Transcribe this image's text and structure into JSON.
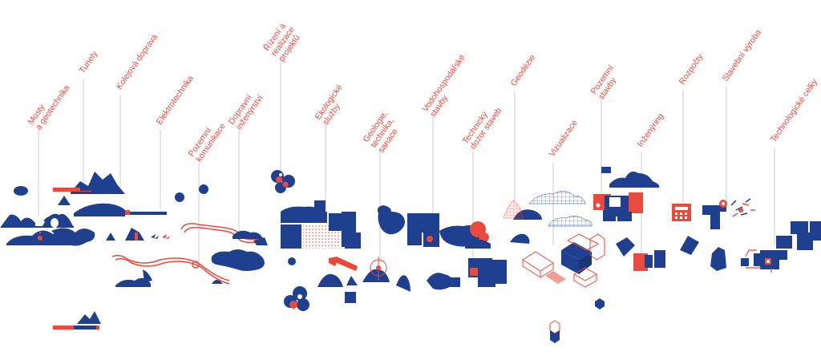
{
  "colors": {
    "navy": "#1f3f8f",
    "red": "#ea4a3c",
    "pink": "#f19d93",
    "line": "#c9ccd6"
  },
  "services": [
    {
      "name": "mosty",
      "lines": [
        "Mosty",
        "a geotechnika"
      ]
    },
    {
      "name": "tunely",
      "lines": [
        "Tunely"
      ]
    },
    {
      "name": "kolejova-doprava",
      "lines": [
        "Kolejová doprava"
      ]
    },
    {
      "name": "elektrotechnika",
      "lines": [
        "Elektrotechnika"
      ]
    },
    {
      "name": "pozemni-komunikace",
      "lines": [
        "Pozemní",
        "komunikace"
      ]
    },
    {
      "name": "dopravni-inzenyrstvi",
      "lines": [
        "Dopravní",
        "inženýrství"
      ]
    },
    {
      "name": "rizeni-projektu",
      "lines": [
        "Řízení a",
        "realizace",
        "projektů"
      ]
    },
    {
      "name": "ekologicke-sluzby",
      "lines": [
        "Ekologické",
        "služby"
      ]
    },
    {
      "name": "geologie",
      "lines": [
        "Geologie,",
        "technika,",
        "sanace"
      ]
    },
    {
      "name": "vodohospodarske-stavby",
      "lines": [
        "Vodohospodářské",
        "stavby"
      ]
    },
    {
      "name": "technicky-dozor",
      "lines": [
        "Technický",
        "dozor staveb"
      ]
    },
    {
      "name": "geodezie",
      "lines": [
        "Geodézie"
      ]
    },
    {
      "name": "vizualizace",
      "lines": [
        "Vizualizace"
      ]
    },
    {
      "name": "pozemni-stavby",
      "lines": [
        "Pozemní",
        "stavby"
      ]
    },
    {
      "name": "inzenyring",
      "lines": [
        "Inženýring"
      ]
    },
    {
      "name": "rozpocty",
      "lines": [
        "Rozpočty"
      ]
    },
    {
      "name": "stavebni-vyroba",
      "lines": [
        "Stavební výroba"
      ]
    },
    {
      "name": "technologicke-celky",
      "lines": [
        "Technologické celky"
      ]
    }
  ],
  "icons": [
    "hill-icon",
    "tunnel-icon",
    "train-icon",
    "lightning-icon",
    "road-icon",
    "tree-icon",
    "hammer-icon",
    "target-icon",
    "puzzle-icon",
    "cloud-grid-icon",
    "isometric-box-icon",
    "building-plan-icon",
    "calculator-icon",
    "crane-icon",
    "machine-icon"
  ]
}
